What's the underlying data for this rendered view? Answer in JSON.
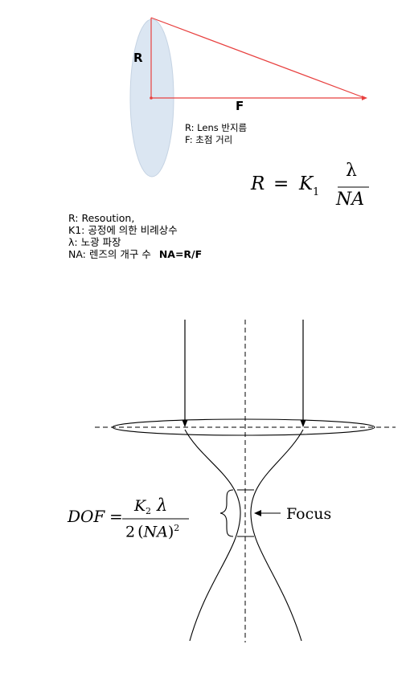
{
  "lens_diagram": {
    "label_r": "R",
    "label_f": "F",
    "note_r": "R: Lens 반지름",
    "note_f": "F: 초점 거리",
    "lens_fill": "#dbe6f2",
    "ray_color": "#e8403f"
  },
  "resolution_formula": {
    "lhs": "R",
    "eq": "=",
    "k": "K",
    "k_sub": "1",
    "numerator": "λ",
    "denominator": "NA"
  },
  "legend": {
    "line1": "R: Resoution,",
    "line2": "K1: 공정에 의한 비례상수",
    "line3": "λ: 노광 파장",
    "line4": "NA: 렌즈의 개구 수",
    "line4_bold": "NA=R/F"
  },
  "dof_formula": {
    "lhs": "DOF",
    "eq": "=",
    "num_k": "K",
    "num_sub": "2",
    "num_lambda": "λ",
    "den_two": "2",
    "den_paren_open": "(",
    "den_na": "NA",
    "den_paren_close": ")",
    "den_exp": "2"
  },
  "focus_label": "Focus"
}
